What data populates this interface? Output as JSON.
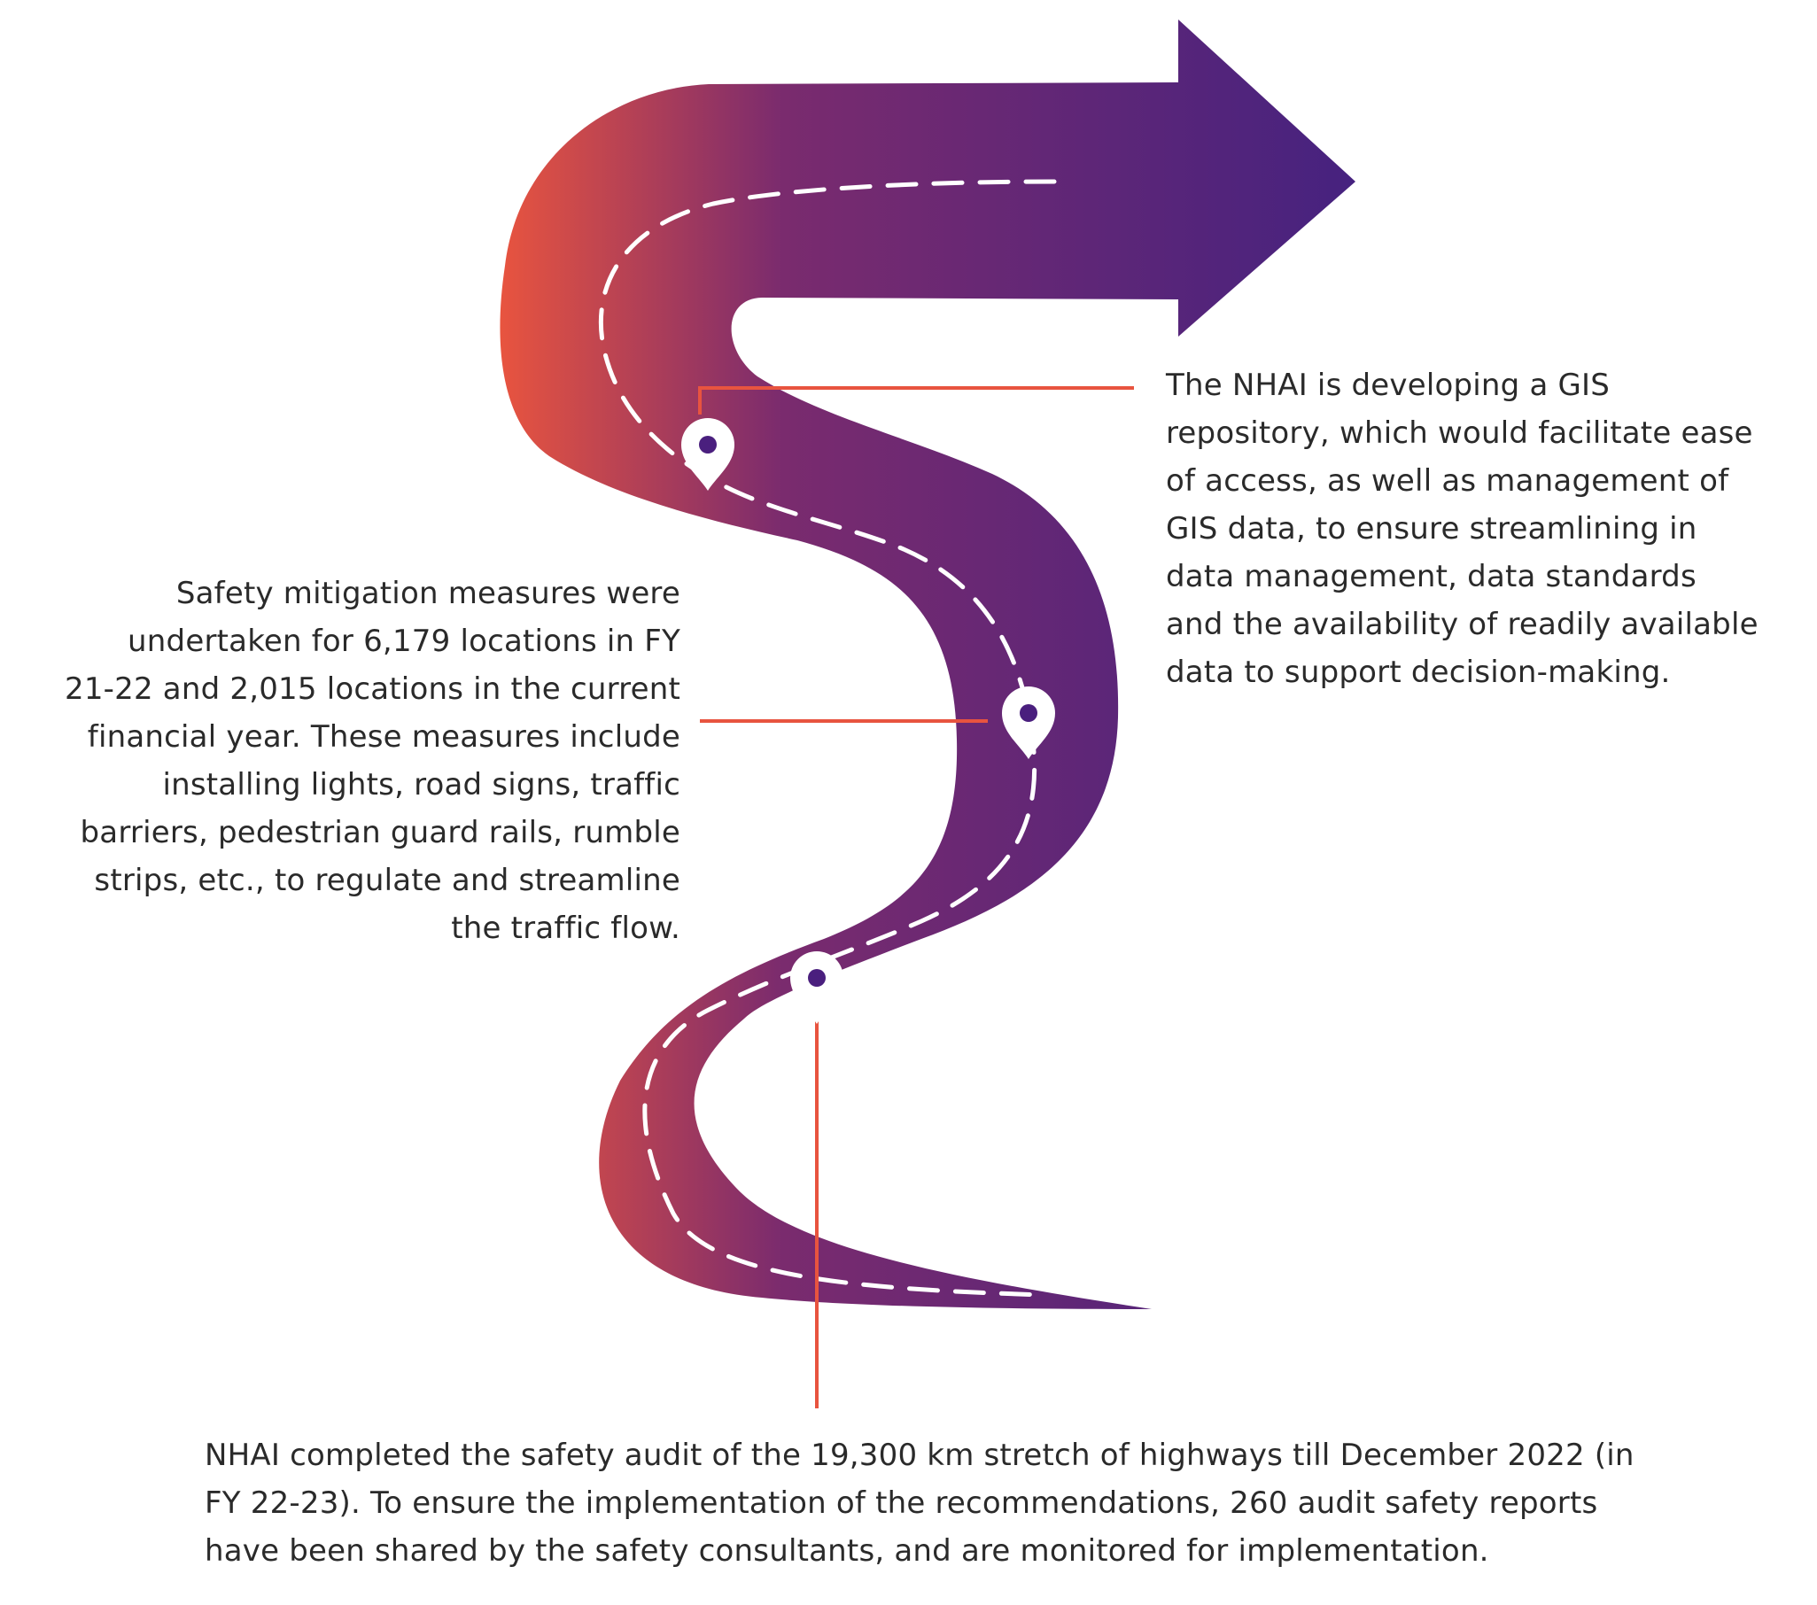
{
  "colors": {
    "gradient_start": "#e8543f",
    "gradient_mid": "#7a2b6e",
    "gradient_end": "#46227f",
    "leader_line": "#e8543f",
    "pin_fill": "#ffffff",
    "pin_dot": "#4a1f7e",
    "dash": "#ffffff",
    "text": "#2a2a2a"
  },
  "icons": [
    "map-pin-icon",
    "map-pin-icon",
    "map-pin-icon",
    "road-arrow"
  ],
  "callouts": {
    "right": {
      "lines": [
        "The NHAI is developing a GIS",
        "repository, which would facilitate ease",
        "of access, as well as management of",
        "GIS data, to ensure streamlining in",
        "data management, data standards",
        "and the availability of readily available",
        "data to support decision-making."
      ]
    },
    "left": {
      "lines": [
        "Safety mitigation measures were",
        "undertaken for 6,179 locations in FY",
        "21-22 and 2,015 locations in the current",
        "financial year. These measures include",
        "installing lights, road signs, traffic",
        "barriers, pedestrian guard rails, rumble",
        "strips, etc., to regulate and streamline",
        "the traffic flow."
      ]
    },
    "bottom": {
      "lines": [
        "NHAI completed the safety audit of the 19,300 km stretch of highways till December 2022 (in",
        "FY 22-23). To ensure the implementation of the recommendations, 260 audit safety reports",
        "have been shared by the safety consultants, and are monitored for implementation."
      ]
    }
  }
}
